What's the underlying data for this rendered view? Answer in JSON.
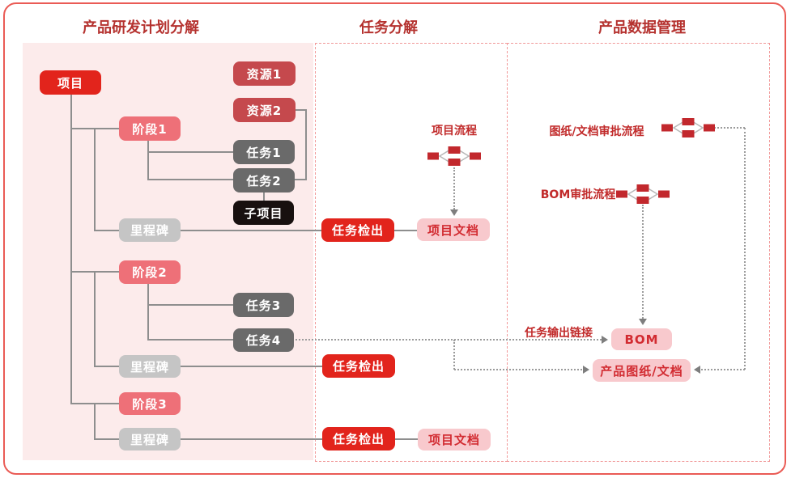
{
  "title_headers": {
    "plan_breakdown": "产品研发计划分解",
    "task_breakdown": "任务分解",
    "product_data_mgmt": "产品数据管理"
  },
  "plan_tree": {
    "project": "项目",
    "resource1": "资源1",
    "resource2": "资源2",
    "stage1": "阶段1",
    "task1": "任务1",
    "task2": "任务2",
    "subproject": "子项目",
    "milestone1": "里程碑",
    "stage2": "阶段2",
    "task3": "任务3",
    "task4": "任务4",
    "milestone2": "里程碑",
    "stage3": "阶段3",
    "milestone3": "里程碑"
  },
  "task_section": {
    "project_flow_label": "项目流程",
    "checkout1": "任务检出",
    "project_doc1": "项目文档",
    "checkout2": "任务检出",
    "checkout3": "任务检出",
    "project_doc2": "项目文档"
  },
  "pdm_section": {
    "drawing_approval_flow_label": "图纸/文档审批流程",
    "bom_approval_flow_label": "BOM审批流程",
    "task_output_link_label": "任务输出链接",
    "bom": "BOM",
    "product_drawing_doc": "产品图纸/文档"
  },
  "palette": {
    "bright_red": "#e2241c",
    "brick_red": "#c5494d",
    "salmon": "#ee7078",
    "dark_gray": "#6a6a6a",
    "near_black": "#18100f",
    "light_gray": "#c5c5c5",
    "pink_fill": "#f8c9cd",
    "pink_panel": "#fcebeb",
    "header_red": "#b5322f",
    "label_red": "#c12a2a",
    "outer_border": "#ea5b55",
    "dashed_border": "#f19999",
    "line_gray": "#8e8e8e"
  }
}
